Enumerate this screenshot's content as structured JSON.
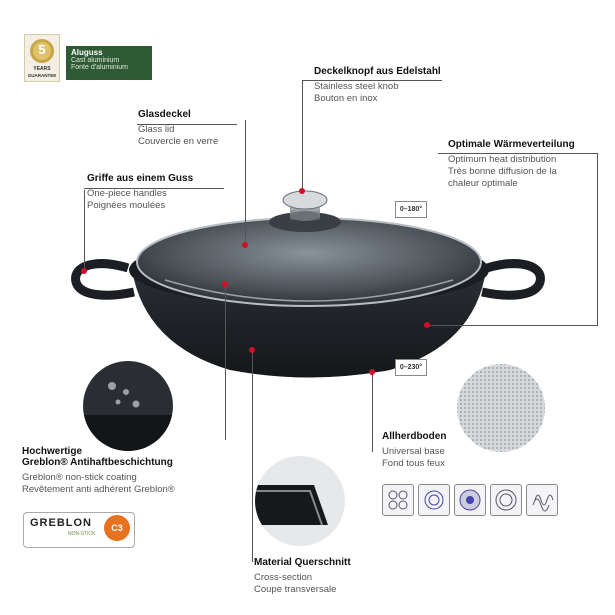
{
  "badge": {
    "years_number": "5",
    "years_text": "YEARS",
    "guarantee_text": "GUARANTEE",
    "material_title": "Aluguss",
    "material_en": "Cast aluminium",
    "material_fr": "Fonte d'aluminium",
    "colors": {
      "gold": "#c9a54a",
      "green": "#2e5b34"
    }
  },
  "labels": {
    "knob": {
      "title": "Deckelknopf aus Edelstahl",
      "en": "Stainless steel knob",
      "fr": "Bouton en inox"
    },
    "lid": {
      "title": "Glasdeckel",
      "en": "Glass lid",
      "fr": "Couvercle en verre"
    },
    "heat": {
      "title": "Optimale Wärmeverteilung",
      "en": "Optimum heat distribution",
      "fr1": "Très bonne diffusion de la",
      "fr2": "chaleur optimale"
    },
    "handles": {
      "title": "Griffe aus einem Guss",
      "en": "One-piece handles",
      "fr": "Poignées moulées"
    },
    "coating": {
      "title1": "Hochwertige",
      "title2": "Greblon® Antihaftbeschichtung",
      "en": "Greblon® non-stick coating",
      "fr": "Revêtement anti adhérent Greblon®"
    },
    "base": {
      "title": "Allherdboden",
      "en": "Universal base",
      "fr": "Fond tous feux"
    },
    "section": {
      "title": "Material Querschnitt",
      "en": "Cross-section",
      "fr": "Coupe transversale"
    }
  },
  "temps": {
    "lid": "0–180°",
    "pan": "0–230°"
  },
  "greblon": {
    "brand": "GREBLON",
    "grade": "C3",
    "tagline": "NON-STICK"
  },
  "hob_icons": [
    "gas-hob-icon",
    "electric-hob-icon",
    "ceramic-hob-icon",
    "halogen-hob-icon",
    "induction-hob-icon"
  ],
  "colors": {
    "accent": "#d0102a",
    "pan": "#1e2226"
  }
}
